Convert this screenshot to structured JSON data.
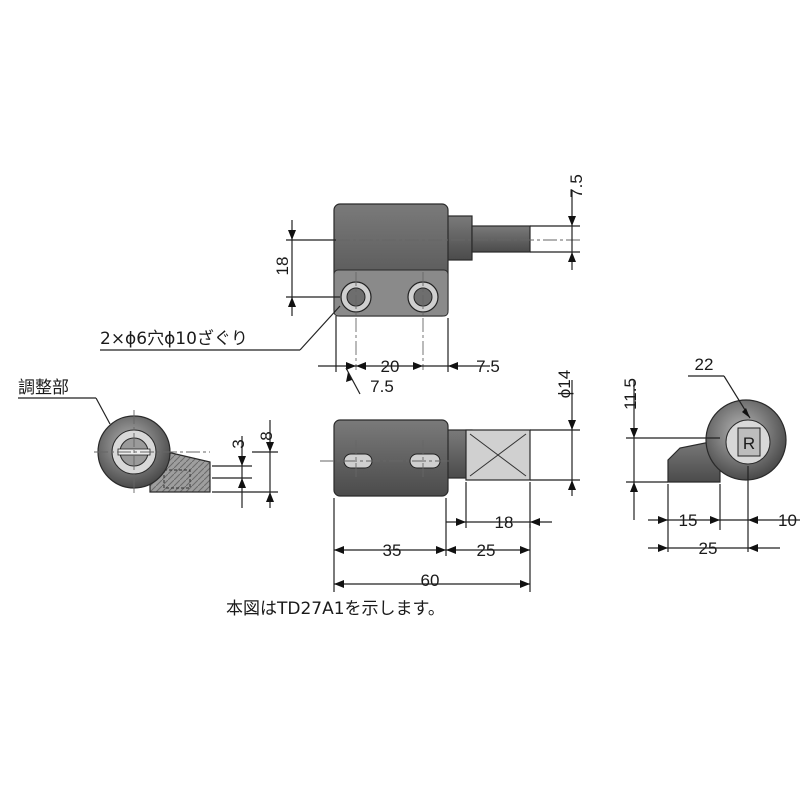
{
  "annotations": {
    "adjust_label": "調整部",
    "hole_label": "2×ϕ6穴ϕ10ざぐり",
    "caption": "本図はTD27A1を示します。"
  },
  "dimensions": {
    "top_7_5": "7.5",
    "top_18": "18",
    "top_20": "20",
    "top_7_5_right": "7.5",
    "top_7_5_lower": "7.5",
    "phi14": "ϕ14",
    "front_18": "18",
    "front_35": "35",
    "front_25": "25",
    "front_60": "60",
    "side_3": "3",
    "side_8": "8",
    "right_11_5": "11.5",
    "right_22": "22",
    "right_R": "R",
    "right_15": "15",
    "right_10": "10",
    "right_25": "25"
  }
}
